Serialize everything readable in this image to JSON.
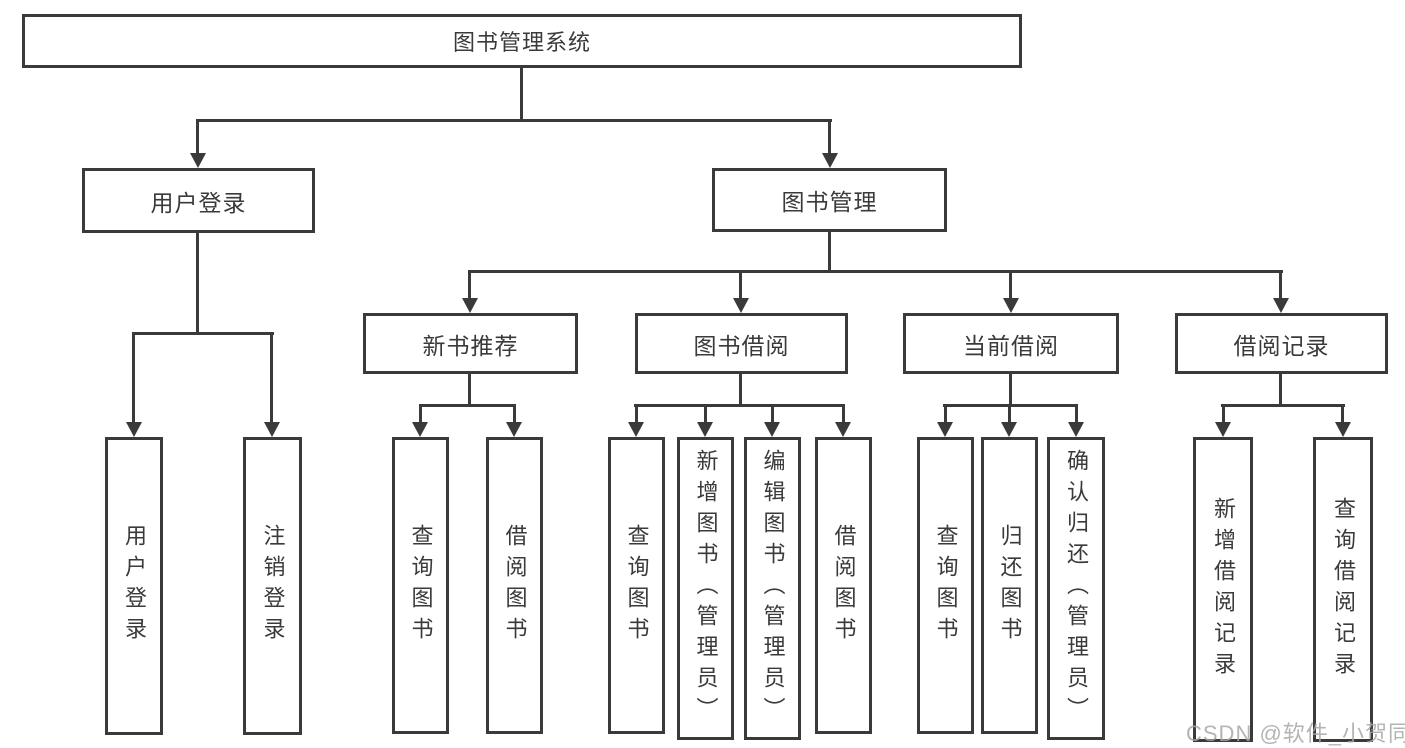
{
  "tree": {
    "label": "图书管理系统",
    "children": [
      {
        "label": "用户登录",
        "children": [
          {
            "label": "用户登录"
          },
          {
            "label": "注销登录"
          }
        ]
      },
      {
        "label": "图书管理",
        "children": [
          {
            "label": "新书推荐",
            "children": [
              {
                "label": "查询图书"
              },
              {
                "label": "借阅图书"
              }
            ]
          },
          {
            "label": "图书借阅",
            "children": [
              {
                "label": "查询图书"
              },
              {
                "label": "新增图书（管理员）"
              },
              {
                "label": "编辑图书（管理员）"
              },
              {
                "label": "借阅图书"
              }
            ]
          },
          {
            "label": "当前借阅",
            "children": [
              {
                "label": "查询图书"
              },
              {
                "label": "归还图书"
              },
              {
                "label": "确认归还（管理员）"
              }
            ]
          },
          {
            "label": "借阅记录",
            "children": [
              {
                "label": "新增借阅记录"
              },
              {
                "label": "查询借阅记录"
              }
            ]
          }
        ]
      }
    ]
  },
  "watermark": {
    "text": "CSDN @软件_小贺同学"
  },
  "colors": {
    "line": "#3a3a3a",
    "text": "#3a3a3a",
    "watermark": "#a8a8a8",
    "bg": "#ffffff"
  }
}
